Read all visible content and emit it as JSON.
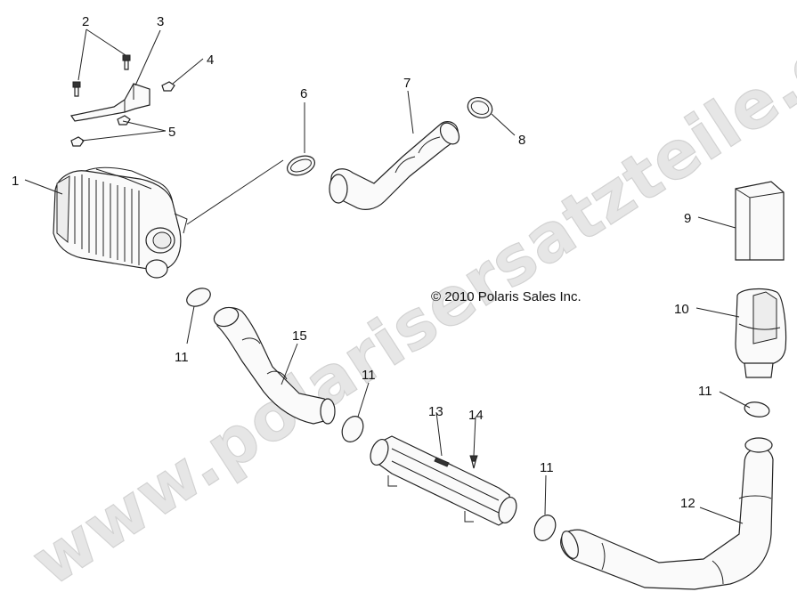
{
  "watermark": "www.polarisersatzteile.de",
  "copyright": "© 2010 Polaris Sales Inc.",
  "labels": {
    "l1": "1",
    "l2": "2",
    "l3": "3",
    "l4": "4",
    "l5": "5",
    "l6": "6",
    "l7": "7",
    "l8": "8",
    "l9": "9",
    "l10": "10",
    "l11a": "11",
    "l11b": "11",
    "l11c": "11",
    "l11d": "11",
    "l12": "12",
    "l13": "13",
    "l14": "14",
    "l15": "15"
  }
}
